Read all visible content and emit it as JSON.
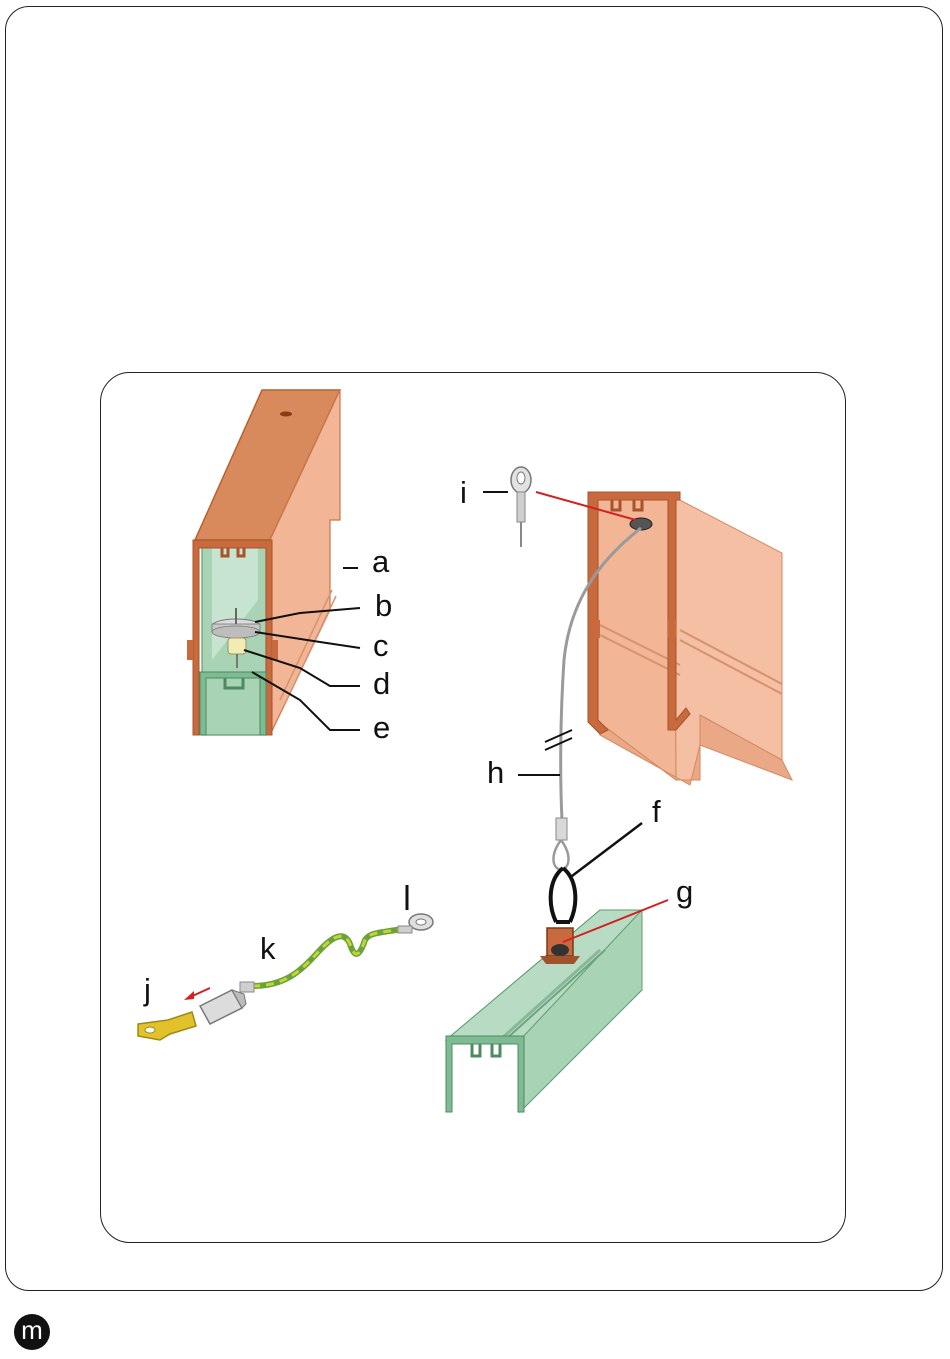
{
  "labels": {
    "a": "a",
    "b": "b",
    "c": "c",
    "d": "d",
    "e": "e",
    "f": "f",
    "g": "g",
    "h": "h",
    "i": "i",
    "j": "j",
    "k": "k",
    "l": "l"
  },
  "logo": {
    "letter": "m"
  },
  "colors": {
    "orange_profile": "#f2b596",
    "orange_dark": "#c86a3e",
    "green_profile": "#9bcaaa",
    "green_dark": "#5a9a70",
    "wire_yellow": "#c6d436",
    "wire_green": "#6aa33a",
    "terminal_gold": "#e2c22a",
    "callout_red": "#d42020"
  }
}
